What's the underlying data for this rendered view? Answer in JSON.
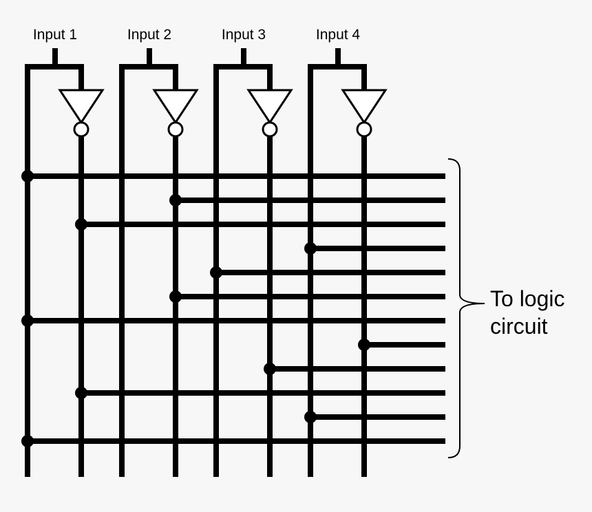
{
  "colors": {
    "background": "#f7f7f7",
    "wire": "#000000",
    "inverter_fill": "#ffffff"
  },
  "inputs": [
    {
      "label": "Input 1"
    },
    {
      "label": "Input 2"
    },
    {
      "label": "Input 3"
    },
    {
      "label": "Input 4"
    }
  ],
  "output_label": {
    "line1": "To logic",
    "line2": "circuit"
  },
  "rows": [
    {
      "taps": [
        "in1",
        "in2",
        "in3",
        "in4"
      ],
      "dot": "in1"
    },
    {
      "taps": [
        "in1",
        "in2",
        "in3",
        "in4"
      ],
      "dot": "in2_inv"
    },
    {
      "taps": [
        "in1",
        "in2",
        "in3",
        "in4"
      ],
      "dot": "in1_inv"
    },
    {
      "taps": [
        "in1",
        "in2",
        "in3",
        "in4"
      ],
      "dot": "in4"
    },
    {
      "taps": [
        "in1",
        "in2",
        "in3",
        "in4"
      ],
      "dot": "in3"
    },
    {
      "taps": [
        "in1",
        "in2",
        "in3",
        "in4"
      ],
      "dot": "in2_inv"
    },
    {
      "taps": [
        "in1",
        "in2",
        "in3",
        "in4"
      ],
      "dot": "in1"
    },
    {
      "taps": [
        "in1",
        "in2",
        "in3",
        "in4"
      ],
      "dot": "in4_inv"
    },
    {
      "taps": [
        "in1",
        "in2",
        "in3",
        "in4"
      ],
      "dot": "in3_inv"
    },
    {
      "taps": [
        "in1",
        "in2",
        "in3",
        "in4"
      ],
      "dot": "in1_inv"
    },
    {
      "taps": [
        "in1",
        "in2",
        "in3",
        "in4"
      ],
      "dot": "in4"
    },
    {
      "taps": [
        "in1",
        "in2",
        "in3",
        "in4"
      ],
      "dot": "in1"
    }
  ]
}
